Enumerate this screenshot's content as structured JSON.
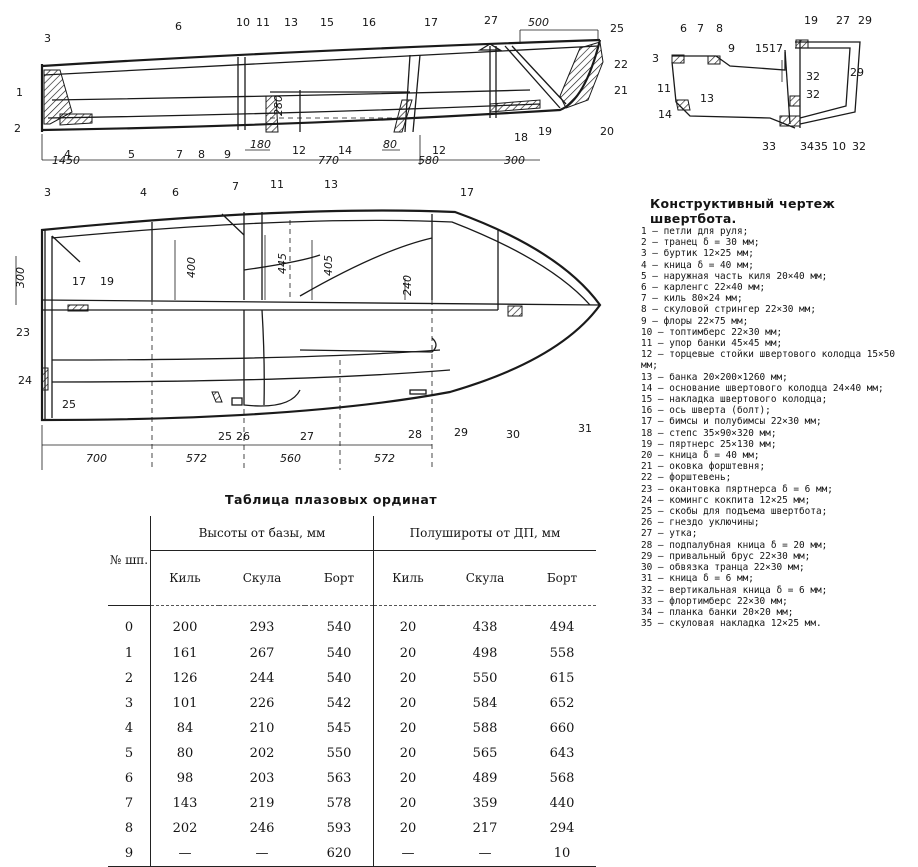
{
  "drawing_title": "Конструктивный чертеж швертбота.",
  "side_view": {
    "part_labels": [
      "1",
      "2",
      "3",
      "4",
      "5",
      "6",
      "7",
      "8",
      "9",
      "10",
      "11",
      "12",
      "12",
      "13",
      "14",
      "15",
      "16",
      "17",
      "18",
      "19",
      "20",
      "21",
      "22",
      "25",
      "27"
    ],
    "dims": [
      "500",
      "1450",
      "180",
      "770",
      "80",
      "580",
      "300",
      "280"
    ]
  },
  "section_view": {
    "part_labels": [
      "3",
      "6",
      "7",
      "8",
      "9",
      "11",
      "13",
      "14",
      "15",
      "17",
      "19",
      "27",
      "29",
      "29",
      "32",
      "32",
      "33",
      "34",
      "35",
      "10"
    ]
  },
  "plan_view": {
    "part_labels": [
      "3",
      "4",
      "6",
      "7",
      "11",
      "13",
      "17",
      "17",
      "19",
      "23",
      "24",
      "25",
      "25",
      "26",
      "27",
      "28",
      "29",
      "30",
      "31"
    ],
    "dims": [
      "300",
      "400",
      "445",
      "405",
      "240",
      "700",
      "572",
      "560",
      "572"
    ]
  },
  "legend": [
    "1 — петли для руля;",
    "2 — транец δ = 30 мм;",
    "3 — буртик 12×25 мм;",
    "4 — кница δ = 40 мм;",
    "5 — наружная часть киля 20×40 мм;",
    "6 — карленгс 22×40 мм;",
    "7 — киль 80×24 мм;",
    "8 — скуловой стрингер 22×30 мм;",
    "9 — флоры 22×75 мм;",
    "10 — топтимберс 22×30 мм;",
    "11 — упор банки 45×45 мм;",
    "12 — торцевые стойки швертового колодца 15×50 мм;",
    "13 — банка 20×200×1260 мм;",
    "14 — основание швертового колодца 24×40 мм;",
    "15 — накладка швертового колодца;",
    "16 — ось шверта (болт);",
    "17 — бимсы и полубимсы 22×30 мм;",
    "18 — степс 35×90×320 мм;",
    "19 — пяртнерс 25×130 мм;",
    "20 — кница δ = 40 мм;",
    "21 — оковка форштевня;",
    "22 — форштевень;",
    "23 — окантовка пяртнерса δ = 6 мм;",
    "24 — комингс кокпита 12×25 мм;",
    "25 — скобы для подъема швертбота;",
    "26 — гнездо уключины;",
    "27 — утка;",
    "28 — подпалубная кница δ = 20 мм;",
    "29 — привальный брус 22×30 мм;",
    "30 — обвязка транца 22×30 мм;",
    "31 — кница δ = 6 мм;",
    "32 — вертикальная кница δ = 6 мм;",
    "33 — флортимберс 22×30 мм;",
    "34 — планка банки 20×20 мм;",
    "35 — скуловая накладка 12×25 мм."
  ],
  "offsets_table": {
    "title": "Таблица плазовых ординат",
    "station_header": "№ шп.",
    "group_heights": "Высоты от базы, мм",
    "group_halfbreadths": "Полуширoты от ДП, мм",
    "columns": [
      "Киль",
      "Скула",
      "Борт",
      "Киль",
      "Скула",
      "Борт"
    ],
    "rows": [
      [
        "0",
        "200",
        "293",
        "540",
        "20",
        "438",
        "494"
      ],
      [
        "1",
        "161",
        "267",
        "540",
        "20",
        "498",
        "558"
      ],
      [
        "2",
        "126",
        "244",
        "540",
        "20",
        "550",
        "615"
      ],
      [
        "3",
        "101",
        "226",
        "542",
        "20",
        "584",
        "652"
      ],
      [
        "4",
        "84",
        "210",
        "545",
        "20",
        "588",
        "660"
      ],
      [
        "5",
        "80",
        "202",
        "550",
        "20",
        "565",
        "643"
      ],
      [
        "6",
        "98",
        "203",
        "563",
        "20",
        "489",
        "568"
      ],
      [
        "7",
        "143",
        "219",
        "578",
        "20",
        "359",
        "440"
      ],
      [
        "8",
        "202",
        "246",
        "593",
        "20",
        "217",
        "294"
      ],
      [
        "9",
        "—",
        "—",
        "620",
        "—",
        "—",
        "10"
      ]
    ]
  }
}
